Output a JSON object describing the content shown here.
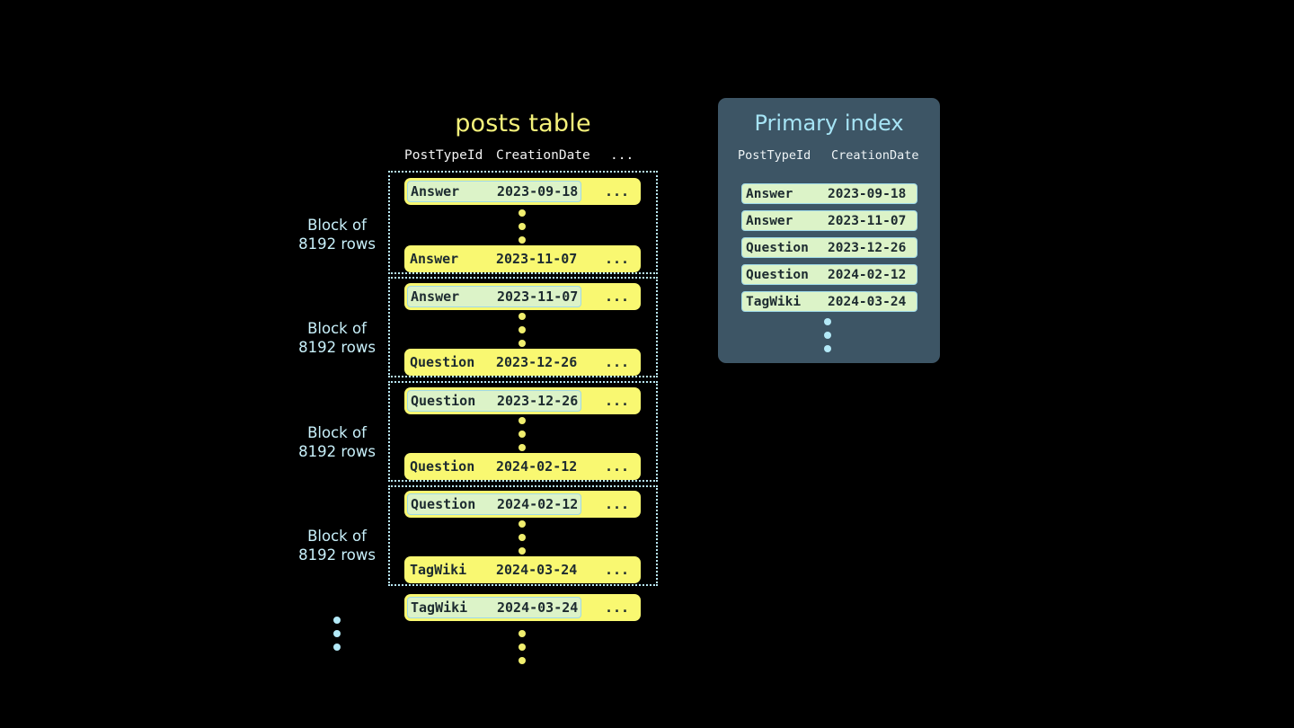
{
  "background_color": "#000000",
  "colors": {
    "row_yellow": "#f9f871",
    "highlight_green": "#dcf3c8",
    "highlight_border_blue": "#9fd9e8",
    "block_border_blue": "#b9e8f5",
    "label_blue": "#c8f0fa",
    "title_yellow": "#f5f27a",
    "panel_slate": "#3d5565",
    "panel_title_blue": "#a6e4f5",
    "dot_yellow": "#f0ee6e",
    "dot_blue": "#b3e9f7",
    "mono_text_dark": "#1d2b30",
    "header_text": "#f2f2f2"
  },
  "posts_table": {
    "title": "posts table",
    "columns": [
      "PostTypeId",
      "CreationDate",
      "..."
    ],
    "ellipsis_cell": "...",
    "blocks": [
      {
        "label_line1": "Block of",
        "label_line2": "8192 rows",
        "first_row": {
          "post_type_id": "Answer",
          "creation_date": "2023-09-18",
          "more": "...",
          "highlighted": true
        },
        "last_row": {
          "post_type_id": "Answer",
          "creation_date": "2023-11-07",
          "more": "...",
          "highlighted": false
        }
      },
      {
        "label_line1": "Block of",
        "label_line2": "8192 rows",
        "first_row": {
          "post_type_id": "Answer",
          "creation_date": "2023-11-07",
          "more": "...",
          "highlighted": true
        },
        "last_row": {
          "post_type_id": "Question",
          "creation_date": "2023-12-26",
          "more": "...",
          "highlighted": false
        }
      },
      {
        "label_line1": "Block of",
        "label_line2": "8192 rows",
        "first_row": {
          "post_type_id": "Question",
          "creation_date": "2023-12-26",
          "more": "...",
          "highlighted": true
        },
        "last_row": {
          "post_type_id": "Question",
          "creation_date": "2024-02-12",
          "more": "...",
          "highlighted": false
        }
      },
      {
        "label_line1": "Block of",
        "label_line2": "8192 rows",
        "first_row": {
          "post_type_id": "Question",
          "creation_date": "2024-02-12",
          "more": "...",
          "highlighted": true
        },
        "last_row": {
          "post_type_id": "TagWiki",
          "creation_date": "2024-03-24",
          "more": "...",
          "highlighted": false
        }
      }
    ],
    "trailing_row": {
      "post_type_id": "TagWiki",
      "creation_date": "2024-03-24",
      "more": "...",
      "highlighted": true
    }
  },
  "primary_index": {
    "title": "Primary index",
    "columns": [
      "PostTypeId",
      "CreationDate"
    ],
    "entries": [
      {
        "post_type_id": "Answer",
        "creation_date": "2023-09-18"
      },
      {
        "post_type_id": "Answer",
        "creation_date": "2023-11-07"
      },
      {
        "post_type_id": "Question",
        "creation_date": "2023-12-26"
      },
      {
        "post_type_id": "Question",
        "creation_date": "2024-02-12"
      },
      {
        "post_type_id": "TagWiki",
        "creation_date": "2024-03-24"
      }
    ]
  }
}
